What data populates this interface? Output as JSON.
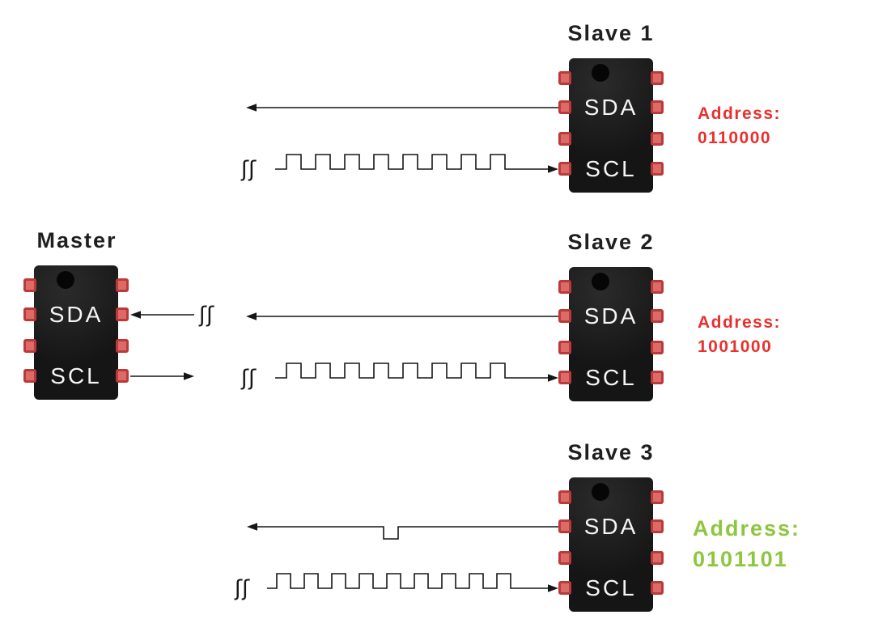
{
  "master": {
    "title": "Master",
    "sda": "SDA",
    "scl": "SCL"
  },
  "slave1": {
    "title": "Slave 1",
    "sda": "SDA",
    "scl": "SCL",
    "address_label": "Address:",
    "address_value": "0110000",
    "address_color": "#e8312e"
  },
  "slave2": {
    "title": "Slave 2",
    "sda": "SDA",
    "scl": "SCL",
    "address_label": "Address:",
    "address_value": "1001000",
    "address_color": "#e8312e"
  },
  "slave3": {
    "title": "Slave 3",
    "sda": "SDA",
    "scl": "SCL",
    "address_label": "Address:",
    "address_value": "0101101",
    "address_color": "#8dc63f"
  },
  "squiggle": "ʃʃ",
  "colors": {
    "chip_body": "#191919",
    "pin_fill": "#dd6a66",
    "pin_border": "#b93a3a",
    "line": "#161616"
  }
}
